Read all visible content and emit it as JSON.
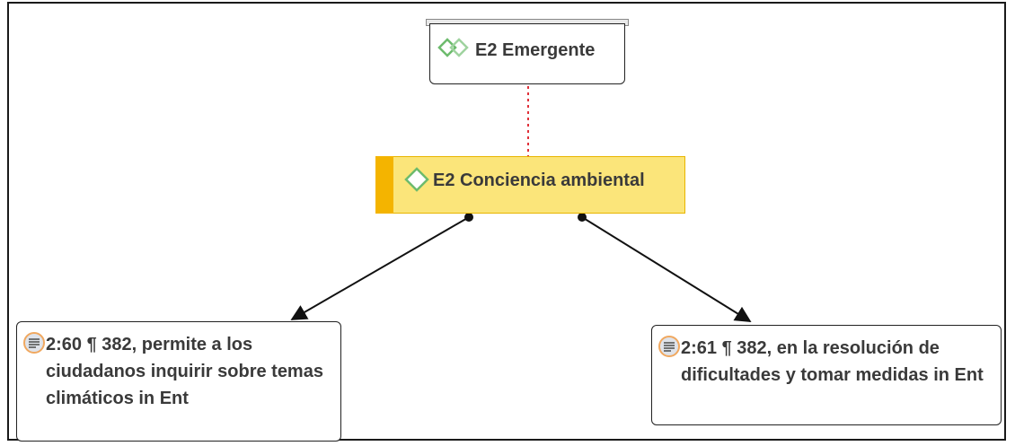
{
  "nodes": {
    "group": {
      "label": "E2 Emergente",
      "icon": "code-group-icon"
    },
    "code": {
      "label": "E2 Conciencia ambiental",
      "icon": "code-diamond-icon"
    },
    "quote_1": {
      "text": "2:60 ¶ 382, permite a los ciudadanos inquirir sobre temas climáticos in Ent",
      "icon": "quotation-icon"
    },
    "quote_2": {
      "text": "2:61 ¶ 382, en la resolución de dificultades y tomar medidas in Ent",
      "icon": "quotation-icon"
    }
  },
  "links": [
    {
      "from": "group",
      "to": "code",
      "style": "dotted",
      "color": "#e0313a"
    },
    {
      "from": "code",
      "to": "quote_1",
      "style": "arrow",
      "color": "#111111"
    },
    {
      "from": "code",
      "to": "quote_2",
      "style": "arrow",
      "color": "#111111"
    }
  ],
  "colors": {
    "code_fill": "#fbe57a",
    "code_stripe": "#f4b400",
    "group_icon": "#6dbb6d",
    "quote_icon_ring": "#f0a860"
  }
}
